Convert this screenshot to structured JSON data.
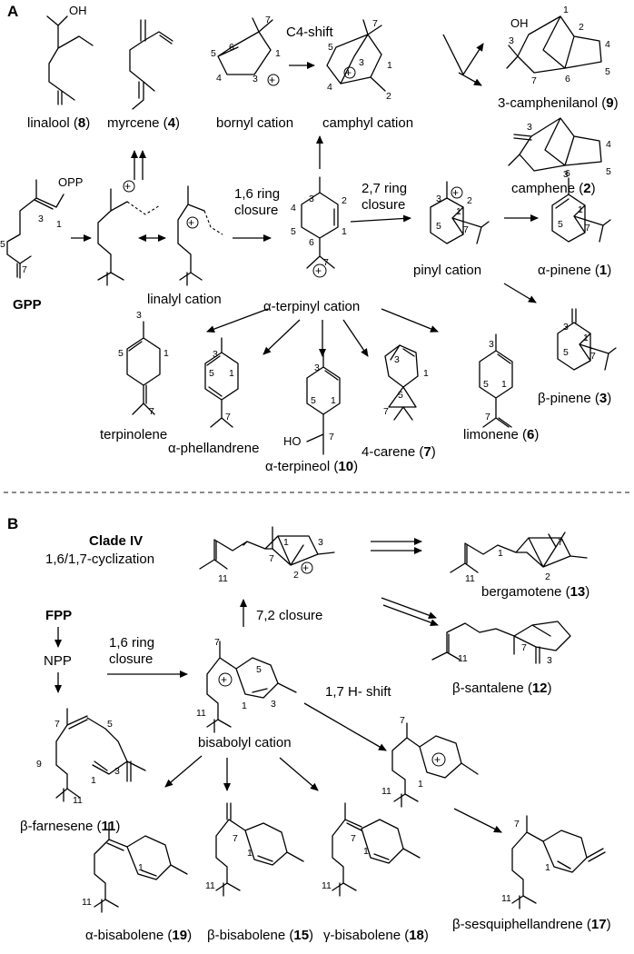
{
  "panels": {
    "a": "A",
    "b": "B"
  },
  "compounds_a": {
    "linalool": "linalool (",
    "linalool_num": "8",
    "linalool_end": ")",
    "myrcene": "myrcene (",
    "myrcene_num": "4",
    "myrcene_end": ")",
    "bornyl": "bornyl cation",
    "camphyl": "camphyl cation",
    "camphenilanol": "3-camphenilanol (",
    "camphenilanol_num": "9",
    "camphenilanol_end": ")",
    "camphene": "camphene (",
    "camphene_num": "2",
    "camphene_end": ")",
    "gpp": "GPP",
    "linalyl": "linalyl cation",
    "terpinyl": "α-terpinyl cation",
    "pinyl": "pinyl cation",
    "apinene": "α-pinene (",
    "apinene_num": "1",
    "apinene_end": ")",
    "bpinene": "β-pinene (",
    "bpinene_num": "3",
    "bpinene_end": ")",
    "terpinolene": "terpinolene",
    "phellandrene": "α-phellandrene",
    "terpineol": "α-terpineol (",
    "terpineol_num": "10",
    "terpineol_end": ")",
    "carene": "4-carene (",
    "carene_num": "7",
    "carene_end": ")",
    "limonene": "limonene (",
    "limonene_num": "6",
    "limonene_end": ")"
  },
  "reactions_a": {
    "c4shift": "C4-shift",
    "ring16_1": "1,6 ring",
    "ring16_2": "closure",
    "ring27_1": "2,7 ring",
    "ring27_2": "closure"
  },
  "compounds_b": {
    "clade": "Clade IV",
    "cyclization": "1,6/1,7-cyclization",
    "fpp": "FPP",
    "npp": "NPP",
    "bergamotene": "bergamotene (",
    "bergamotene_num": "13",
    "bergamotene_end": ")",
    "santalene": "β-santalene (",
    "santalene_num": "12",
    "santalene_end": ")",
    "bisabolyl": "bisabolyl cation",
    "farnesene": "β-farnesene (",
    "farnesene_num": "11",
    "farnesene_end": ")",
    "abisabolene": "α-bisabolene (",
    "abisabolene_num": "19",
    "abisabolene_end": ")",
    "bbisabolene": "β-bisabolene (",
    "bbisabolene_num": "15",
    "bbisabolene_end": ")",
    "gbisabolene": "γ-bisabolene (",
    "gbisabolene_num": "18",
    "gbisabolene_end": ")",
    "sesqui": "β-sesquiphellandrene (",
    "sesqui_num": "17",
    "sesqui_end": ")"
  },
  "reactions_b": {
    "closure72": "7,2 closure",
    "ring16_1": "1,6 ring",
    "ring16_2": "closure",
    "hshift": "1,7 H- shift"
  },
  "atoms": {
    "oh": "OH",
    "ho": "HO",
    "opp": "OPP",
    "plus": "+",
    "n1": "1",
    "n2": "2",
    "n3": "3",
    "n4": "4",
    "n5": "5",
    "n6": "6",
    "n7": "7",
    "n9": "9",
    "n11": "11"
  }
}
